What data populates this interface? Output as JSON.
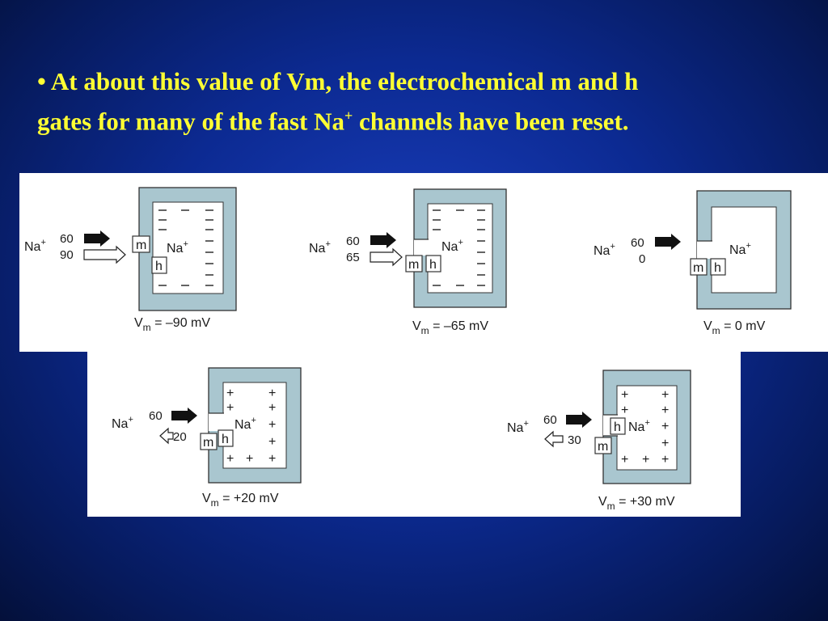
{
  "bullet": {
    "dot": "•",
    "line1": "At about this value of Vm, the electrochemical m and h",
    "line2_a": "gates for many of the fast Na",
    "line2_sup": "+",
    "line2_b": " channels have been reset."
  },
  "colors": {
    "text_yellow": "#ffff33",
    "channel_fill": "#a9c6cf",
    "background_blue": "#0c2a92"
  },
  "labels": {
    "na": "Na",
    "plus": "+",
    "gate_m": "m",
    "gate_h": "h",
    "vm_v": "V",
    "vm_sub": "m"
  },
  "cells": [
    {
      "id": "cell1",
      "num_top": "60",
      "num_bottom": "90",
      "vm": " = –90 mV"
    },
    {
      "id": "cell2",
      "num_top": "60",
      "num_bottom": "65",
      "vm": " = –65 mV"
    },
    {
      "id": "cell3",
      "num_top": "60",
      "num_bottom": "0",
      "vm": " = 0 mV"
    },
    {
      "id": "cell4",
      "num_top": "60",
      "num_bottom": "20",
      "vm": " = +20 mV"
    },
    {
      "id": "cell5",
      "num_top": "60",
      "num_bottom": "30",
      "vm": " = +30 mV"
    }
  ]
}
